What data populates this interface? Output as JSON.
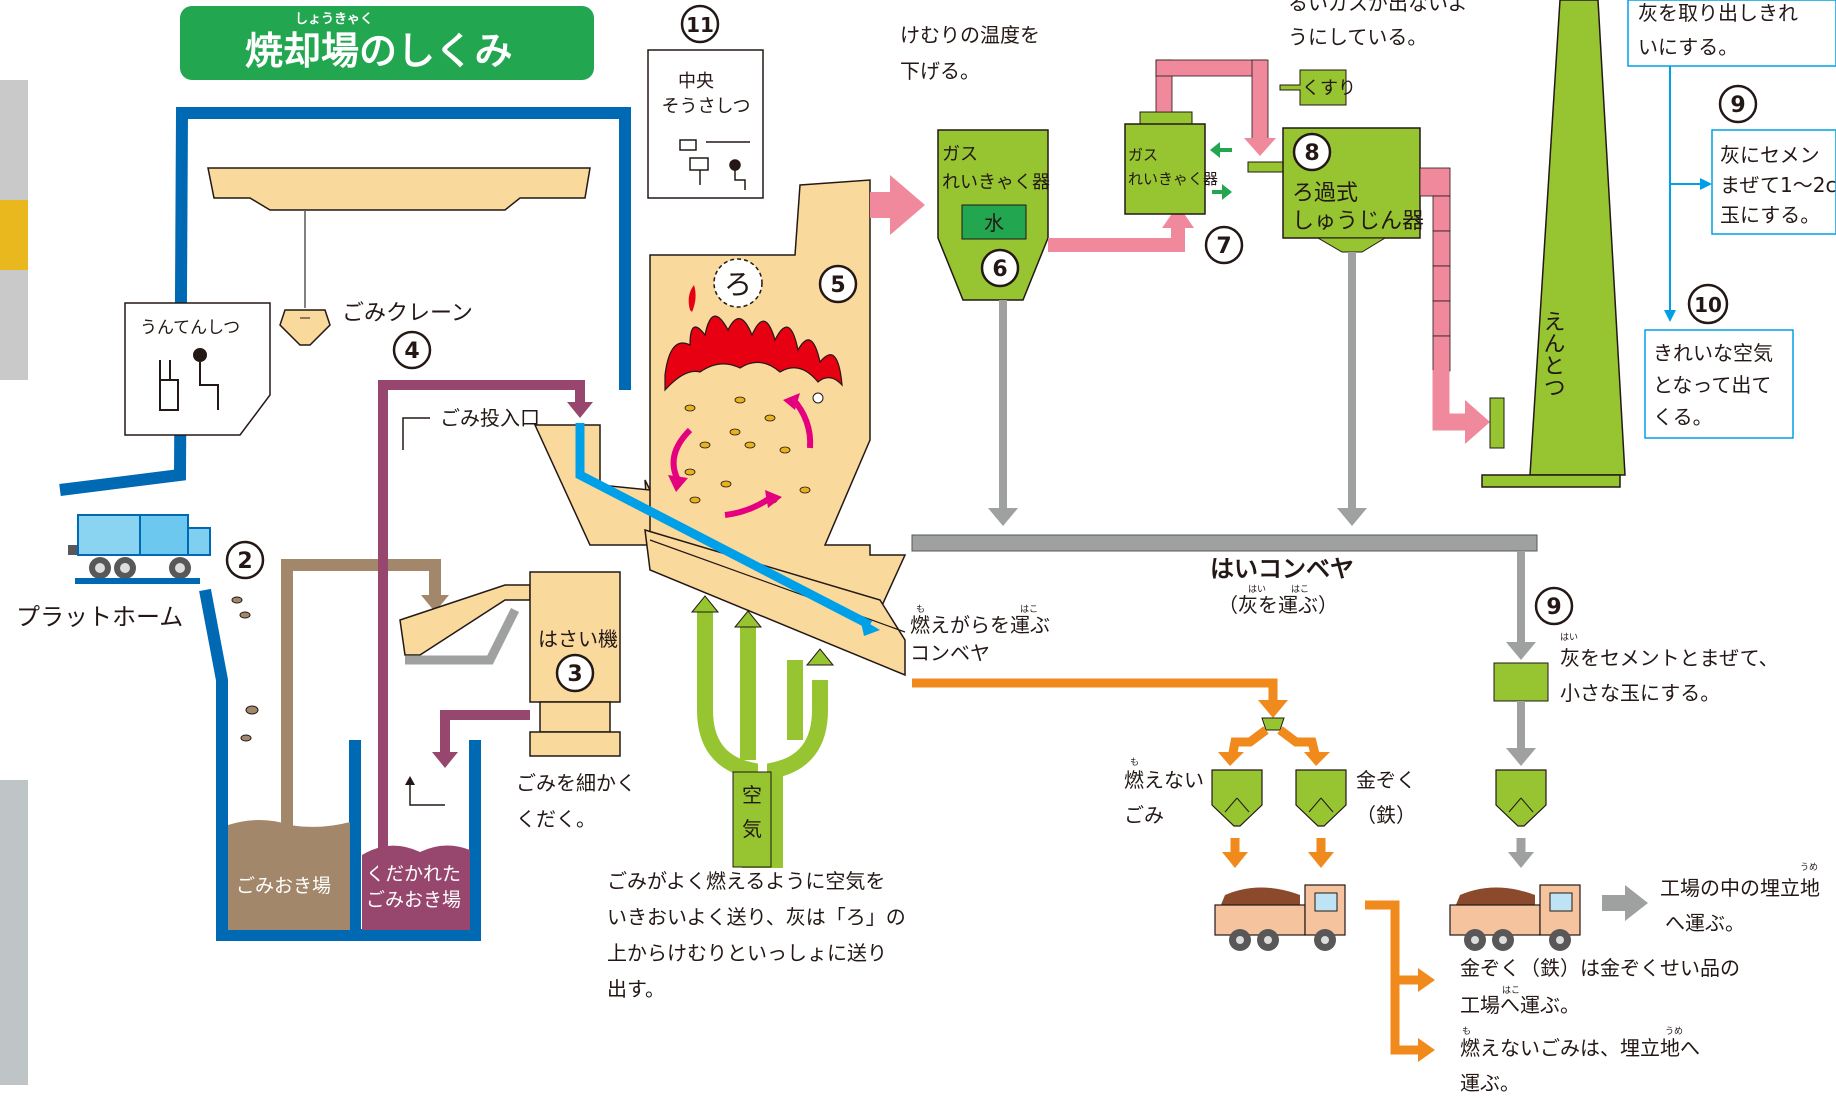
{
  "title": {
    "main": "焼却場のしくみ",
    "ruby": "しょうきゃく"
  },
  "colors": {
    "blue_wall": "#0069b4",
    "green": "#96c531",
    "beige": "#fad99d",
    "purple": "#97476e",
    "brown": "#a3876a",
    "pink": "#f0899c",
    "orange": "#f08a1c",
    "gray": "#9fa0a0",
    "cyan": "#00a0e9",
    "fire": "#e60012",
    "title_green": "#22a650"
  },
  "numbers": {
    "n2": "2",
    "n3": "3",
    "n4": "4",
    "n5": "5",
    "n6": "6",
    "n7": "7",
    "n8": "8",
    "n9a": "9",
    "n9b": "9",
    "n10": "10",
    "n11": "11"
  },
  "labels": {
    "platform": "プラットホーム",
    "unten_shitsu": "うんてんしつ",
    "crane": "ごみクレーン",
    "hopper": "ごみ投入口",
    "crusher": "はさい機",
    "pit": "ごみおき場",
    "crushed_pit_1": "くだかれた",
    "crushed_pit_2": "ごみおき場",
    "crush_desc_1": "ごみを細かく",
    "crush_desc_2": "くだく。",
    "central_1": "中央",
    "central_2": "そうさしつ",
    "ro": "ろ",
    "air_1": "空",
    "air_2": "気",
    "air_desc_1": "ごみがよく燃えるように空気を",
    "air_desc_2": "いきおいよく送り、灰は「ろ」の",
    "air_desc_3": "上からけむりといっしょに送り",
    "air_desc_4": "出す。",
    "smoke_cool_1": "けむりの温度を",
    "smoke_cool_2": "下げる。",
    "gas_cooler1_1": "ガス",
    "gas_cooler1_2": "れいきゃく器",
    "water": "水",
    "gas_cooler2_1": "ガス",
    "gas_cooler2_2": "れいきゃく器",
    "medicine": "くすり",
    "gas_desc_1": "るいガスが出ないよ",
    "gas_desc_2": "うにしている。",
    "filter_1": "ろ過式",
    "filter_2": "しゅうじん器",
    "chimney": "えんとつ",
    "ash_top_1": "灰を取り出しきれ",
    "ash_top_2": "いにする。",
    "cement_top_1": "灰にセメン",
    "cement_top_2": "まぜて1～2c",
    "cement_top_3": "玉にする。",
    "clean_air_1": "きれいな空気",
    "clean_air_2": "となって出て",
    "clean_air_3": "くる。",
    "ash_conveyor": "はいコンベヤ",
    "ash_conveyor_sub": "（灰を運ぶ）",
    "ash_conv_ruby_1": "はい",
    "ash_conv_ruby_2": "はこ",
    "residue_conv_1": "燃えがらを運ぶ",
    "residue_conv_2": "コンベヤ",
    "unburnable_1": "燃えない",
    "unburnable_2": "ごみ",
    "metal_1": "金ぞく",
    "metal_2": "（鉄）",
    "cement_mix_1": "灰をセメントとまぜて、",
    "cement_mix_2": "小さな玉にする。",
    "landfill_factory_1": "工場の中の埋立地",
    "landfill_factory_2": "へ運ぶ。",
    "metal_dest_1": "金ぞく（鉄）は金ぞくせい品の",
    "metal_dest_2": "工場へ運ぶ。",
    "unburn_dest_1": "燃えないごみは、埋立地へ",
    "unburn_dest_2": "運ぶ。",
    "ruby_mo": "も",
    "ruby_hako": "はこ",
    "ruby_hai": "はい",
    "ruby_ume": "うめ"
  }
}
